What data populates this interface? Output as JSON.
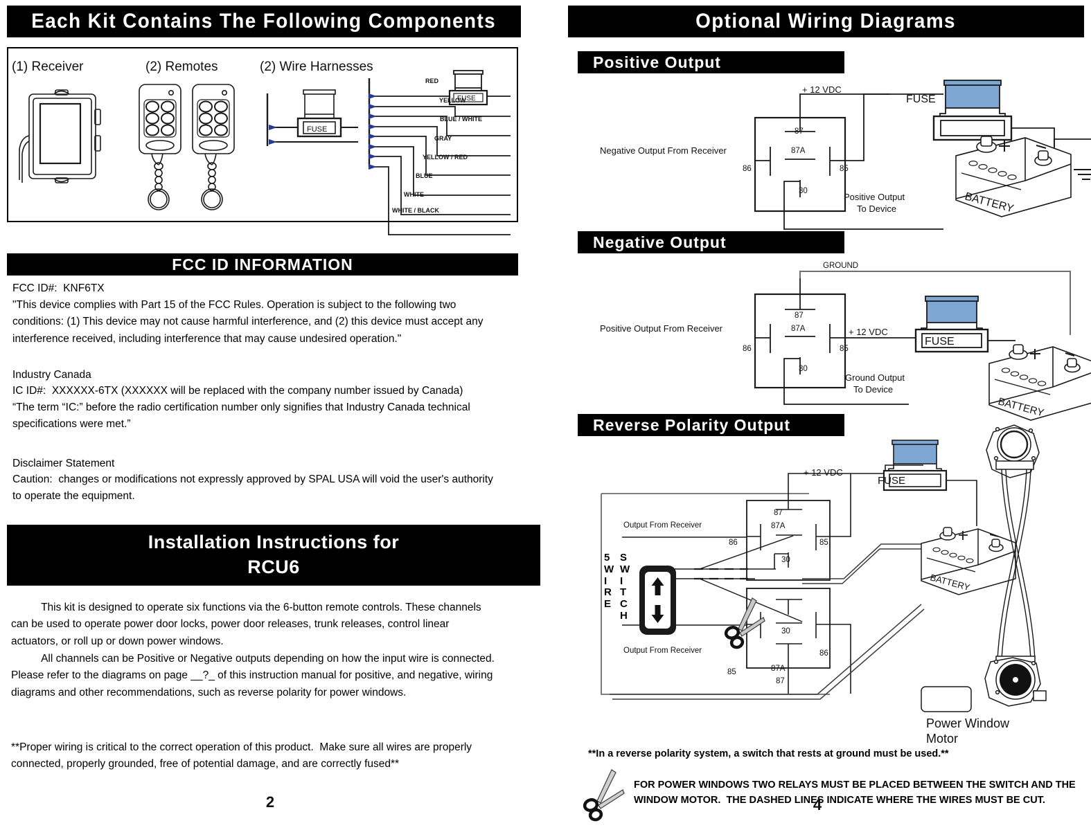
{
  "left_page": {
    "main_title": "Each Kit Contains The Following Components",
    "components": {
      "receiver_label": "(1) Receiver",
      "remotes_label": "(2) Remotes",
      "harness_label": "(2) Wire Harnesses",
      "fuse_label": "FUSE",
      "wire_labels": [
        "RED",
        "YELLOW",
        "BLUE / WHITE",
        "GRAY",
        "YELLOW / RED",
        "BLUE",
        "WHITE",
        "WHITE / BLACK"
      ]
    },
    "fcc": {
      "header": "FCC ID INFORMATION",
      "id_line": "FCC ID#:  KNF6TX",
      "compliance": "\"This device complies with Part 15 of the FCC Rules. Operation is subject to the following two conditions: (1) This device may not cause harmful interference, and (2) this device must accept any interference received, including interference that may cause undesired operation.\"",
      "industry_canada_header": "Industry Canada",
      "ic_id_line": "IC ID#:  XXXXXX-6TX (XXXXXX will be replaced with the company number issued by Canada)",
      "ic_term": "“The term “IC:” before the radio certification number only signifies that Industry Canada technical specifications were met.”",
      "disclaimer_header": "Disclaimer Statement",
      "disclaimer_body": "Caution:  changes or modifications not expressly approved by SPAL USA will void the user's authority to operate the equipment."
    },
    "install": {
      "title_line1": "Installation Instructions for",
      "title_line2": "RCU6",
      "para1": "          This kit is designed to operate six functions via the 6-button remote controls. These channels can be used to operate power door locks, power door releases, trunk releases, control linear actuators, or roll up or down power windows.",
      "para2": "          All channels can be Positive or Negative outputs depending on how the input wire is connected.  Please refer to the diagrams on page __?_ of this instruction manual for positive, and negative, wiring diagrams and other recommendations, such as reverse polarity for power windows.",
      "para3": "**Proper wiring is critical to the correct operation of this product.  Make sure all wires are properly connected, properly grounded, free of potential damage, and are correctly fused**"
    },
    "page_number": "2"
  },
  "right_page": {
    "main_title": "Optional Wiring Diagrams",
    "positive": {
      "header": "Positive Output",
      "voltage": "+ 12 VDC",
      "input_label": "Negative Output From Receiver",
      "output_label_line1": "Positive Output",
      "output_label_line2": "To Device",
      "fuse_label": "FUSE",
      "battery_label": "BATTERY",
      "terminals": {
        "t87": "87",
        "t87a": "87A",
        "t86": "86",
        "t85": "85",
        "t30": "30"
      }
    },
    "negative": {
      "header": "Negative Output",
      "ground_label": "GROUND",
      "voltage": "+ 12 VDC",
      "input_label": "Positive Output From Receiver",
      "output_label_line1": "Ground Output",
      "output_label_line2": "To Device",
      "fuse_label": "FUSE",
      "battery_label": "BATTERY",
      "terminals": {
        "t87": "87",
        "t87a": "87A",
        "t86": "86",
        "t85": "85",
        "t30": "30"
      }
    },
    "reverse": {
      "header": "Reverse Polarity Output",
      "voltage": "+ 12 VDC",
      "fuse_label": "FUSE",
      "battery_label": "BATTERY",
      "switch_col1": "5\nW\nI\nR\nE",
      "switch_col2": "S\nW\nI\nT\nC\nH",
      "input_label_top": "Output From Receiver",
      "input_label_bottom": "Output From Receiver",
      "motor_label_line1": "Power Window",
      "motor_label_line2": "Motor",
      "relay_top": {
        "t87": "87",
        "t87a": "87A",
        "t86": "86",
        "t85": "85",
        "t30": "30"
      },
      "relay_bottom": {
        "t87": "87",
        "t87a": "87A",
        "t86": "86",
        "t85": "85",
        "t30": "30"
      }
    },
    "note_switch": "**In a reverse polarity system, a switch that rests at ground must be used.**",
    "note_scissors": "FOR POWER WINDOWS TWO RELAYS MUST BE PLACED BETWEEN THE SWITCH AND THE WINDOW MOTOR.  THE DASHED LINES INDICATE WHERE THE WIRES MUST BE CUT.",
    "page_number": "4"
  },
  "colors": {
    "bar_bg": "#000000",
    "bar_text": "#ffffff",
    "fuse_cap_blue": "#7FA7D4",
    "line": "#1a1a1a",
    "gray_line": "#6e6e6e"
  }
}
